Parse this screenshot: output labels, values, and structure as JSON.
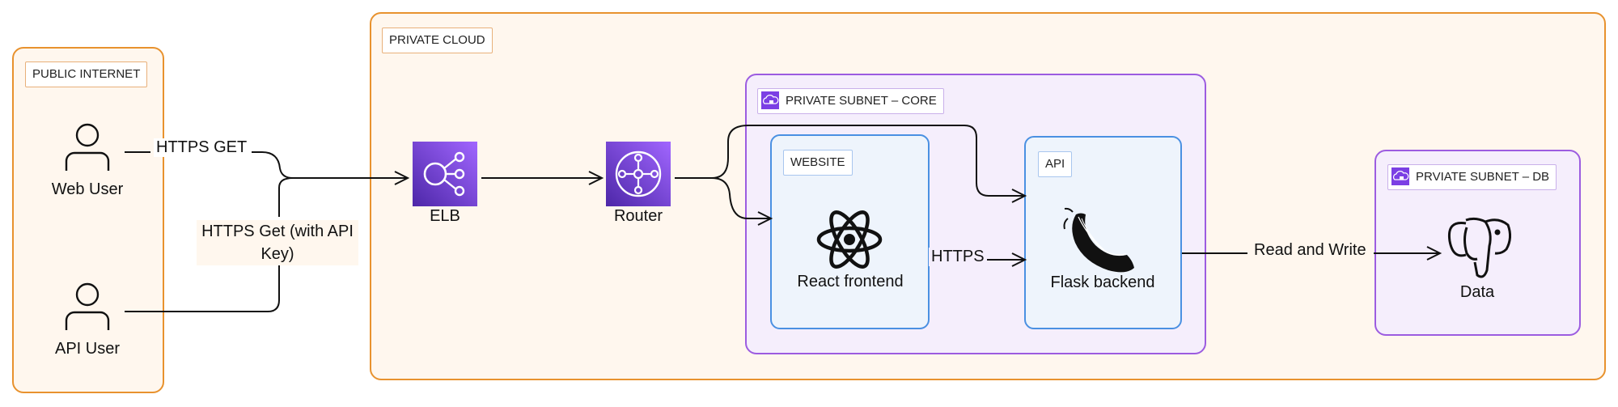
{
  "groups": {
    "public_internet": "PUBLIC INTERNET",
    "private_cloud": "PRIVATE CLOUD",
    "subnet_core": "PRIVATE SUBNET – CORE",
    "website": "WEBSITE",
    "api": "API",
    "subnet_db": "PRVIATE SUBNET – DB"
  },
  "nodes": {
    "web_user": "Web User",
    "api_user": "API User",
    "elb": "ELB",
    "router": "Router",
    "react": "React frontend",
    "flask": "Flask backend",
    "data": "Data"
  },
  "edges": {
    "https_get": "HTTPS GET",
    "https_get_api_key": "HTTPS Get (with API Key)",
    "https": "HTTPS",
    "read_write": "Read and Write"
  },
  "icons": {
    "user": "user-icon",
    "elb": "elastic-load-balancer-icon",
    "router": "router-icon",
    "react": "react-logo-icon",
    "flask": "flask-logo-icon",
    "postgres": "postgresql-elephant-icon",
    "subnet": "cloud-lock-icon"
  },
  "colors": {
    "group_border": "#E8922E",
    "group_fill": "#FFF7EE",
    "subnet_border": "#9C5CE0",
    "subnet_fill": "#F5EEFC",
    "tier_border": "#4A90E2",
    "tier_fill": "#EEF4FC",
    "aws_purple": "#7B3FE4"
  }
}
